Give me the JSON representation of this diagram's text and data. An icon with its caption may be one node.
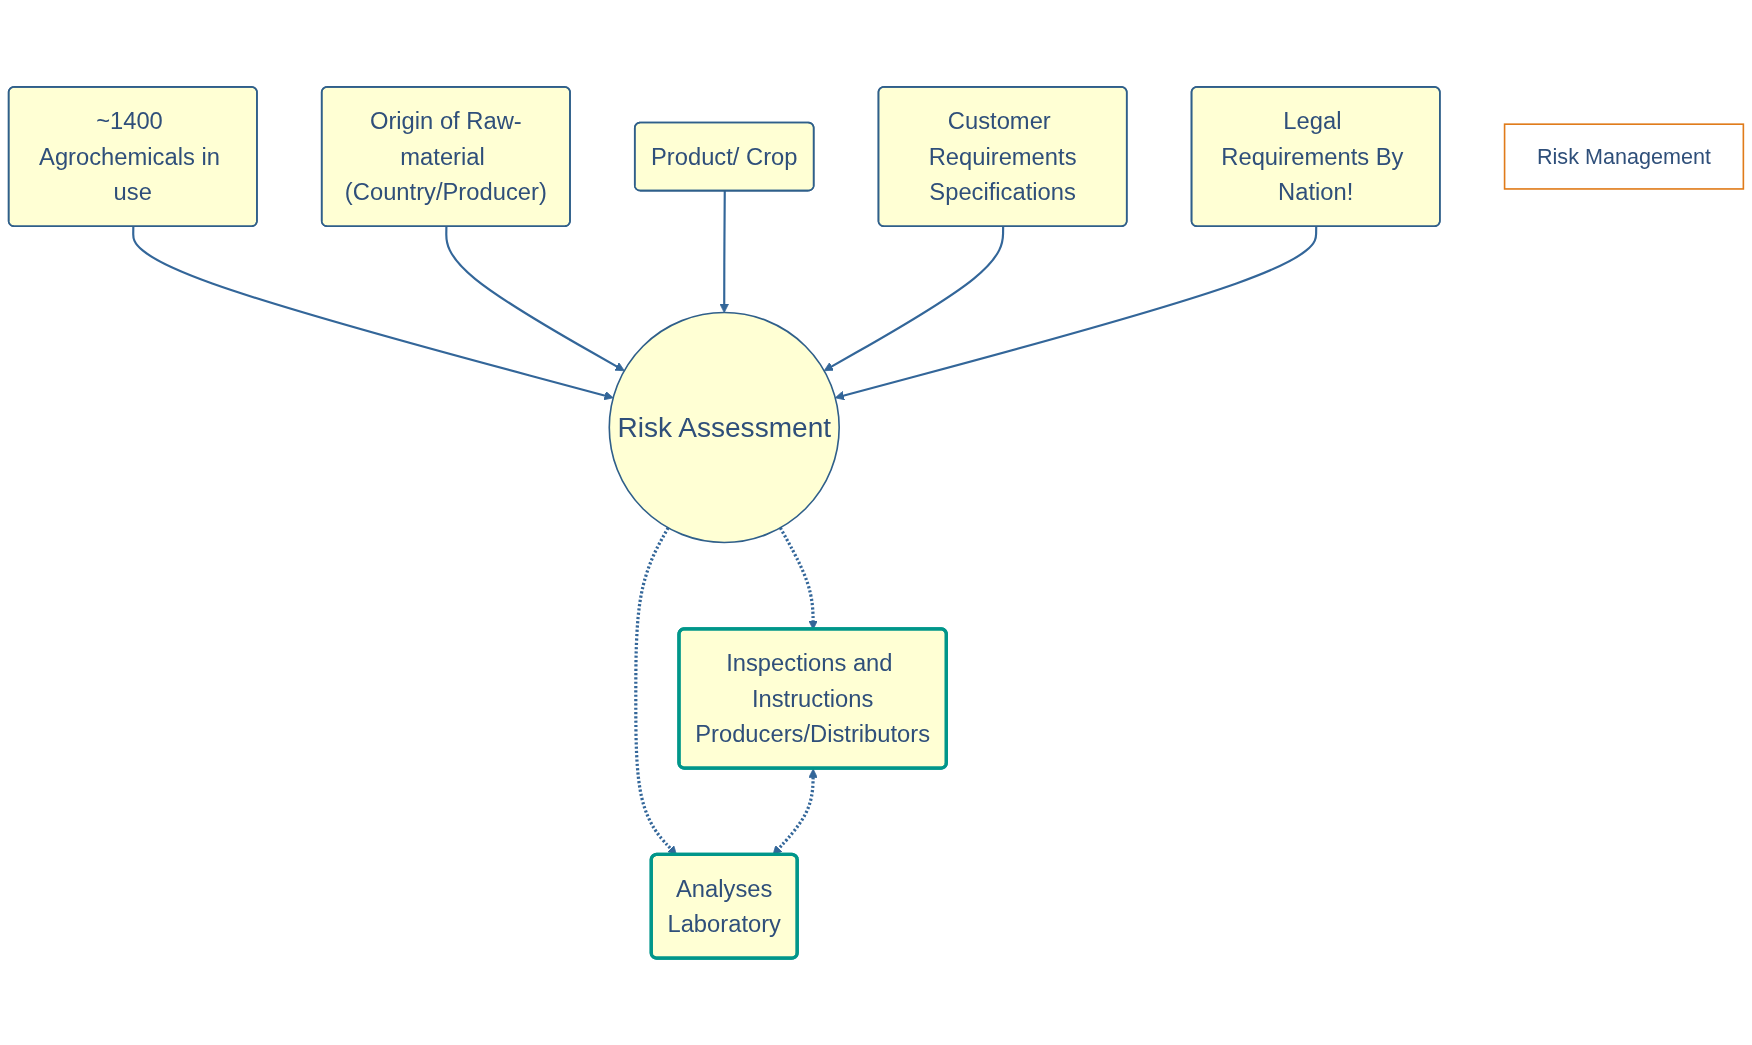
{
  "diagram": {
    "nodes": [
      {
        "text": [
          "~1400 Agrochemicals in use"
        ]
      },
      {
        "text": [
          "Origin of Raw-material (Country/Producer)"
        ]
      },
      {
        "text": [
          "Product/ Crop"
        ]
      },
      {
        "text": [
          "Customer Requirements",
          "Specifications"
        ]
      },
      {
        "text": [
          "Risk Assessment"
        ]
      },
      {
        "text": [
          "Legal Requirements By Nation!"
        ]
      },
      {
        "text": [
          "Inspections and Instructions",
          "Producers/Distributors"
        ]
      },
      {
        "text": [
          "Risk Management"
        ]
      },
      {
        "text": [
          "Analyses",
          "Laboratory"
        ]
      }
    ],
    "edges": [
      {
        "from": 0,
        "to": 4,
        "arrow": "to"
      },
      {
        "from": 1,
        "to": 4,
        "arrow": "to"
      },
      {
        "from": 2,
        "to": 4,
        "arrow": "to"
      },
      {
        "from": 3,
        "to": 4,
        "arrow": "to"
      },
      {
        "from": 5,
        "to": 4,
        "arrow": "to"
      },
      {
        "from": 4,
        "to": 6,
        "arrow": "to",
        "style": "dashed"
      },
      {
        "from": 4,
        "to": 8,
        "arrow": "to",
        "style": "dashed"
      },
      {
        "from": 6,
        "to": 8,
        "arrow": "both",
        "style": "dashed"
      }
    ]
  }
}
